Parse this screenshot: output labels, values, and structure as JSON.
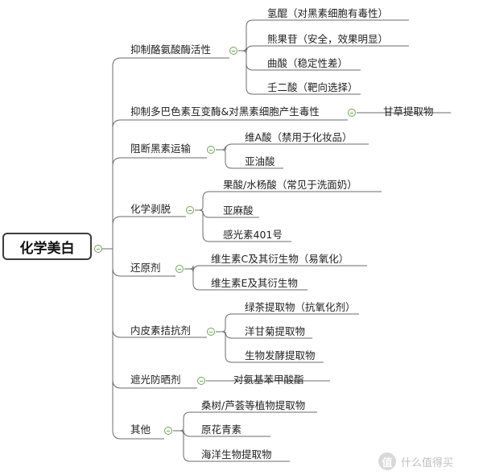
{
  "root": {
    "label": "化学美白"
  },
  "branches": [
    {
      "label": "抑制酪氨酸酶活性",
      "children": [
        "氢醌（对黑素细胞有毒性）",
        "熊果苷（安全，效果明显）",
        "曲酸（稳定性差）",
        "壬二酸（靶向选择）"
      ]
    },
    {
      "label": "抑制多巴色素互变酶&对黑素细胞产生毒性",
      "children": [
        "甘草提取物"
      ]
    },
    {
      "label": "阻断黑素运输",
      "children": [
        "维A酸（禁用于化妆品）",
        "亚油酸"
      ]
    },
    {
      "label": "化学剥脱",
      "children": [
        "果酸/水杨酸（常见于洗面奶）",
        "亚麻酸",
        "感光素401号"
      ]
    },
    {
      "label": "还原剂",
      "children": [
        "维生素C及其衍生物（易氧化）",
        "维生素E及其衍生物"
      ]
    },
    {
      "label": "内皮素拮抗剂",
      "children": [
        "绿茶提取物（抗氧化剂）",
        "洋甘菊提取物",
        "生物发酵提取物"
      ]
    },
    {
      "label": "遮光防晒剂",
      "children": [
        "对氨基苯甲酸酯"
      ]
    },
    {
      "label": "其他",
      "children": [
        "桑树/芦荟等植物提取物",
        "原花青素",
        "海洋生物提取物"
      ]
    }
  ],
  "watermark": {
    "icon_text": "值",
    "text": "什么值得买"
  },
  "colors": {
    "line": "#6b6b6b",
    "toggle": "#6aa84f",
    "root_border": "#3c3c3c"
  }
}
